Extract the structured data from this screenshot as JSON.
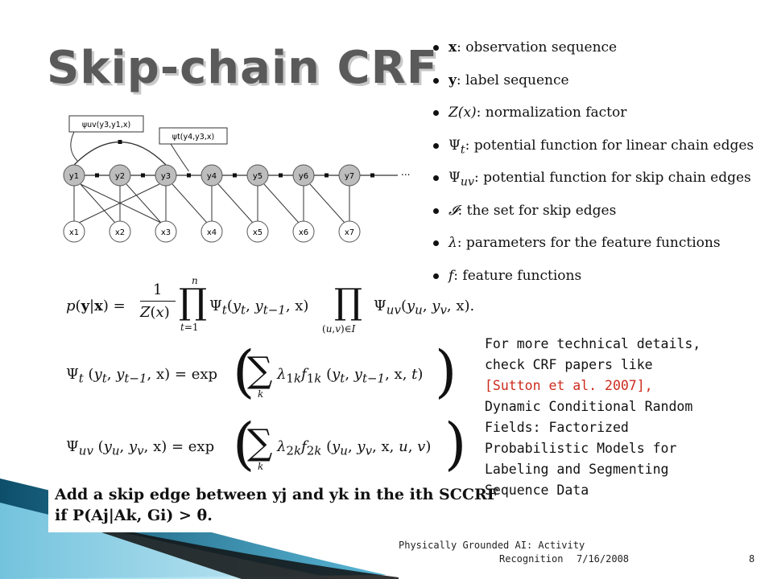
{
  "title": "Skip-chain CRF",
  "definitions": [
    {
      "symbol": "x",
      "text": ": observation sequence"
    },
    {
      "symbol": "y",
      "text": ": label sequence"
    },
    {
      "symbol": "Z(x)",
      "text": ": normalization factor"
    },
    {
      "symbol": "Ψ",
      "sub": "t",
      "text": ": potential function for linear chain edges"
    },
    {
      "symbol": "Ψ",
      "sub": "uv",
      "text": ": potential function for skip chain edges"
    },
    {
      "symbol": "𝓘",
      "text": ": the set for skip edges"
    },
    {
      "symbol": "λ",
      "text": ": parameters for the feature functions"
    },
    {
      "symbol": "f",
      "text": ": feature functions"
    }
  ],
  "graph": {
    "labels_y": [
      "y1",
      "y2",
      "y3",
      "y4",
      "y5",
      "y6",
      "y7"
    ],
    "labels_x": [
      "x1",
      "x2",
      "x3",
      "x4",
      "x5",
      "x6",
      "x7"
    ],
    "ellipsis": "...",
    "factor_skip": "ψuv(y3,y1,x)",
    "factor_chain": "ψt(y4,y3,x)"
  },
  "formulas": {
    "f1": "p(y|x) = 1/Z(x) ∏_{t=1}^{n} Ψt(yt, yt−1, x) ∏_{(u,v)∈I} Ψuv(yu, yv, x).",
    "f2": "Ψt (yt, yt−1, x) = exp ( Σk λ1k f1k (yt, yt−1, x, t) )",
    "f3": "Ψuv (yu, yv, x) = exp ( Σk λ2k f2k (yu, yv, x, u, v) )"
  },
  "rule": {
    "line1": "Add a skip edge between yj and yk in the ith SCCRF",
    "line2": "if P(Aj|Ak, Gi) > θ."
  },
  "note": {
    "before": "For more technical details, check CRF papers like",
    "ref": "[Sutton et al. 2007],",
    "after": "Dynamic Conditional Random Fields: Factorized Probabilistic Models for Labeling and Segmenting Sequence Data"
  },
  "footer": {
    "line1": "Physically Grounded AI: Activity",
    "line2": "Recognition",
    "date": "7/16/2008",
    "page": "8"
  },
  "colors": {
    "title": "#5a5a5a",
    "ref": "#cc2b1d",
    "swoosh_dark": "#0d4f6b",
    "swoosh_light": "#5ab7d6"
  }
}
